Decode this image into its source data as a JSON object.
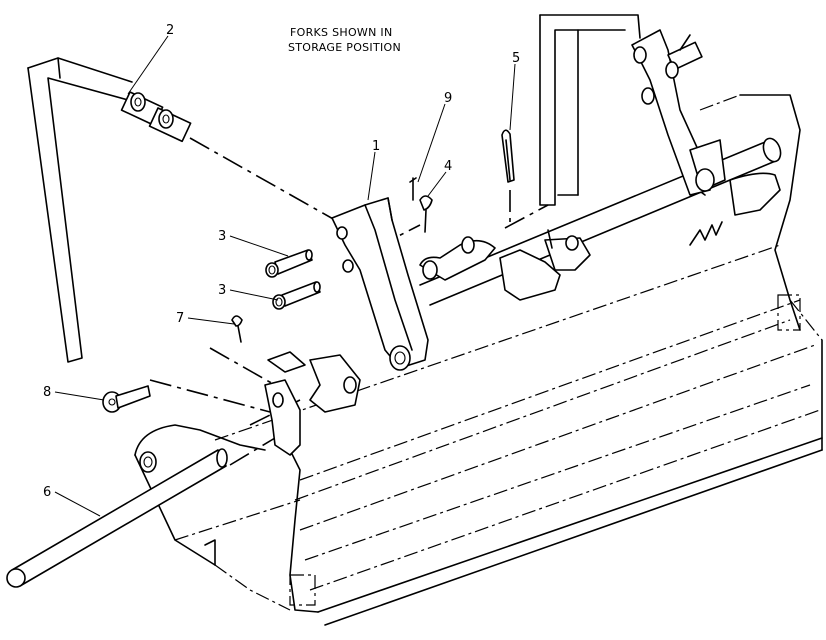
{
  "title_lines": [
    "FORKS SHOWN IN",
    "STORAGE POSITION"
  ],
  "callouts": {
    "c1": "1",
    "c2": "2",
    "c3a": "3",
    "c3b": "3",
    "c4": "4",
    "c5": "5",
    "c6": "6",
    "c7": "7",
    "c8": "8",
    "c9": "9"
  }
}
